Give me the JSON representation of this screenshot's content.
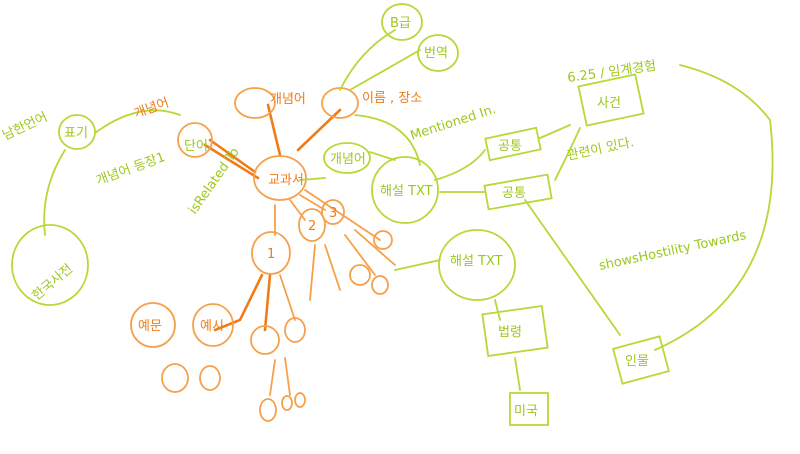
{
  "colors": {
    "concept": "#b5d936",
    "core": "#f7a04a"
  },
  "nodes": {
    "textbook": "교과서",
    "concept_top": "개념어",
    "concept_left": "개념어",
    "word": "단어",
    "name_place": "이름 , 장소",
    "b": "B급",
    "translation": "번역",
    "concept_small": "개념어",
    "commentary": "해설 TXT",
    "common1": "공통",
    "common2": "공통",
    "event_date": "6.25 / 임계경험",
    "event": "사건",
    "related": "관련이 있다.",
    "hostility": "showsHostility Towards",
    "person": "인물",
    "commentary2": "해설 TXT",
    "law": "법령",
    "usa": "미국",
    "korean_lang": "남한언어",
    "notation": "표기",
    "dictionary": "한국사전",
    "concept_appear": "개념어 등장1",
    "related_to": "isRelated To",
    "mentioned_in": "Mentioned In.",
    "ex1": "1",
    "ex2": "2",
    "ex3": "3",
    "example": "예문",
    "sample": "예시"
  }
}
